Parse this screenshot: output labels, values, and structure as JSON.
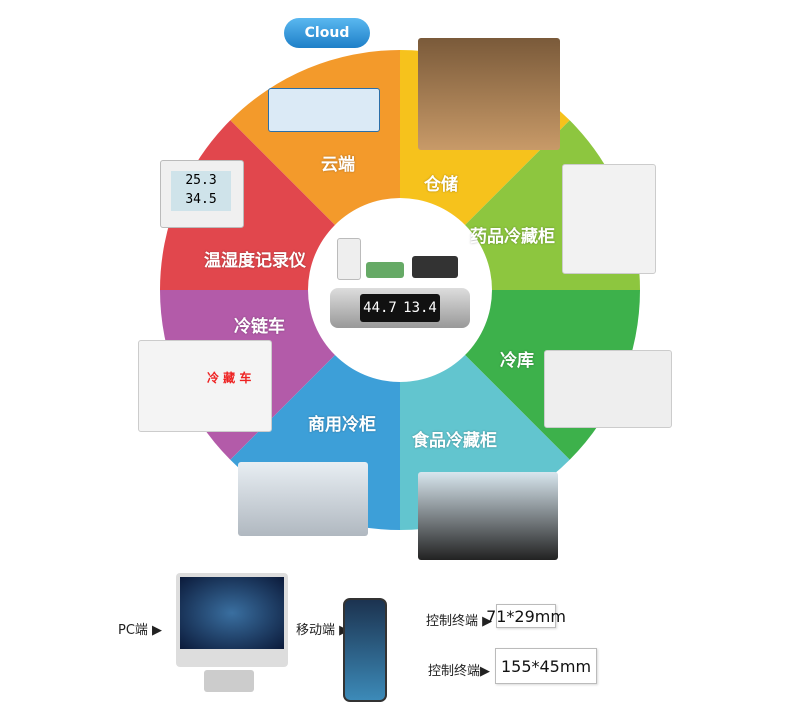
{
  "wheel": {
    "segments": [
      {
        "label": "云端",
        "color": "#f39a2b"
      },
      {
        "label": "仓储",
        "color": "#f6c21c"
      },
      {
        "label": "药品冷藏柜",
        "color": "#8dc63f"
      },
      {
        "label": "冷库",
        "color": "#3db14b"
      },
      {
        "label": "食品冷藏柜",
        "color": "#62c5cf"
      },
      {
        "label": "商用冷柜",
        "color": "#3d9fd8"
      },
      {
        "label": "冷链车",
        "color": "#b35ba9"
      },
      {
        "label": "温湿度记录仪",
        "color": "#e1474d"
      }
    ],
    "cloud_label": "Cloud",
    "display_left": "44.7",
    "display_right": "13.4",
    "recorder_top": "25.3",
    "recorder_bottom": "34.5",
    "truck_text": "冷 藏 车"
  },
  "bottom": {
    "pc_label": "PC端 ▶",
    "mobile_label": "移动端 ▶",
    "controls": [
      {
        "label": "控制终端 ▶",
        "size": "71*29mm"
      },
      {
        "label": "控制终端▶",
        "size": "155*45mm"
      }
    ]
  }
}
